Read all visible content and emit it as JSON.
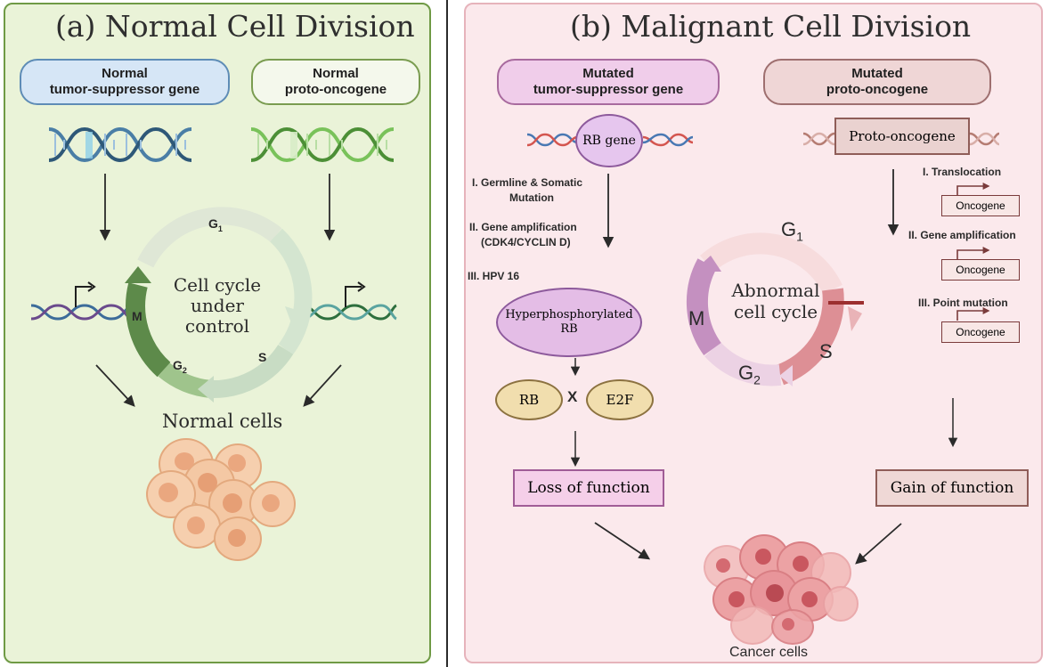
{
  "panel_a": {
    "title": "(a) Normal Cell Division",
    "tsg_line1": "Normal",
    "tsg_line2": "tumor-suppressor gene",
    "onc_line1": "Normal",
    "onc_line2": "proto-oncogene",
    "cycle_center_line1": "Cell cycle",
    "cycle_center_line2": "under",
    "cycle_center_line3": "control",
    "phase_g1": "G",
    "phase_g1_sub": "1",
    "phase_s": "S",
    "phase_g2": "G",
    "phase_g2_sub": "2",
    "phase_m": "M",
    "normal_cells": "Normal cells"
  },
  "panel_b": {
    "title": "(b) Malignant Cell Division",
    "tsg_line1": "Mutated",
    "tsg_line2": "tumor-suppressor gene",
    "onc_line1": "Mutated",
    "onc_line2": "proto-oncogene",
    "rb_gene": "RB gene",
    "proto_oncogene": "Proto-oncogene",
    "mech_1a": "I.  Germline & Somatic",
    "mech_1b": "Mutation",
    "mech_2a": "II.  Gene amplification",
    "mech_2b": "(CDK4/CYCLIN D)",
    "mech_3": "III.  HPV 16",
    "hyper_line1": "Hyperphosphorylated",
    "hyper_line2": "RB",
    "rb": "RB",
    "x": "X",
    "e2f": "E2F",
    "loss": "Loss of function",
    "cycle_line1": "Abnormal",
    "cycle_line2": "cell cycle",
    "phase_g1": "G",
    "phase_g1_sub": "1",
    "phase_s": "S",
    "phase_g2": "G",
    "phase_g2_sub": "2",
    "phase_m": "M",
    "onc_mech_1": "I.  Translocation",
    "onc_mech_2": "II.  Gene amplification",
    "onc_mech_3": "III.  Point mutation",
    "oncogene_1": "Oncogene",
    "oncogene_2": "Oncogene",
    "oncogene_3": "Oncogene",
    "gain": "Gain of function",
    "cancer_cells": "Cancer cells"
  },
  "colors": {
    "panel_a_bg": "#eaf3d8",
    "panel_b_bg": "#fbe9ec",
    "tsg_blue": "#3f6d8f",
    "onc_green": "#6db34d",
    "cycle_green": "#5d8a4a",
    "malignant_pink": "#d98b97",
    "mauve": "#a86a9e"
  }
}
